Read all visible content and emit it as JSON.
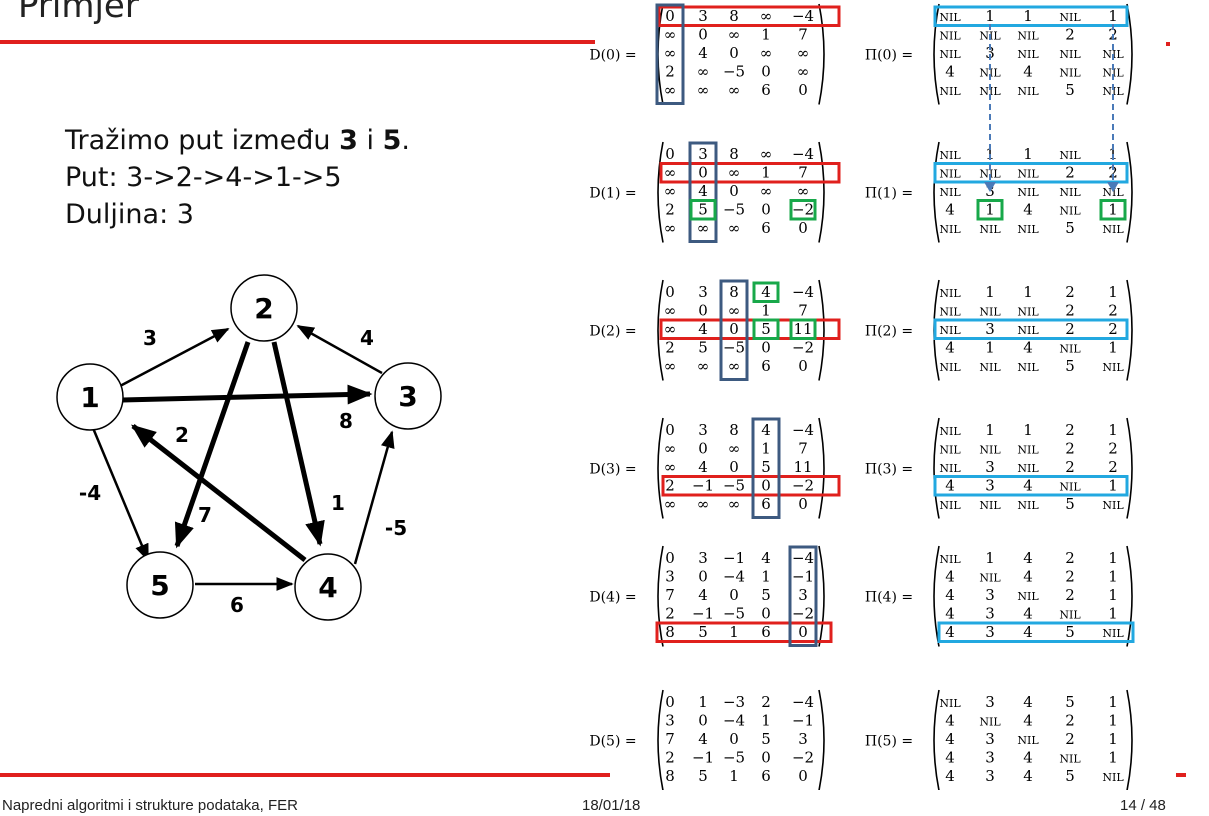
{
  "slide": {
    "title": "Primjer",
    "line1_pre": "Tražimo put između ",
    "line1_a": "3",
    "line1_mid": " i ",
    "line1_b": "5",
    "line1_end": ".",
    "line2": "Put: 3->2->4->1->5",
    "line3": "Duljina: 3"
  },
  "footer": {
    "course": "Napredni algoritmi i strukture podataka, FER",
    "date": "18/01/18",
    "page": "14 / 48"
  },
  "graph": {
    "nodes": [
      "1",
      "2",
      "3",
      "4",
      "5"
    ],
    "edge_weights": [
      "3",
      "4",
      "8",
      "2",
      "1",
      "-4",
      "7",
      "-5",
      "6"
    ]
  },
  "matrices": {
    "d_labels": [
      "D(0) =",
      "D(1) =",
      "D(2) =",
      "D(3) =",
      "D(4) =",
      "D(5) ="
    ],
    "p_labels": [
      "Π(0) =",
      "Π(1) =",
      "Π(2) =",
      "Π(3) =",
      "Π(4) =",
      "Π(5) ="
    ],
    "D": [
      [
        [
          "0",
          "3",
          "8",
          "∞",
          "−4"
        ],
        [
          "∞",
          "0",
          "∞",
          "1",
          "7"
        ],
        [
          "∞",
          "4",
          "0",
          "∞",
          "∞"
        ],
        [
          "2",
          "∞",
          "−5",
          "0",
          "∞"
        ],
        [
          "∞",
          "∞",
          "∞",
          "6",
          "0"
        ]
      ],
      [
        [
          "0",
          "3",
          "8",
          "∞",
          "−4"
        ],
        [
          "∞",
          "0",
          "∞",
          "1",
          "7"
        ],
        [
          "∞",
          "4",
          "0",
          "∞",
          "∞"
        ],
        [
          "2",
          "5",
          "−5",
          "0",
          "−2"
        ],
        [
          "∞",
          "∞",
          "∞",
          "6",
          "0"
        ]
      ],
      [
        [
          "0",
          "3",
          "8",
          "4",
          "−4"
        ],
        [
          "∞",
          "0",
          "∞",
          "1",
          "7"
        ],
        [
          "∞",
          "4",
          "0",
          "5",
          "11"
        ],
        [
          "2",
          "5",
          "−5",
          "0",
          "−2"
        ],
        [
          "∞",
          "∞",
          "∞",
          "6",
          "0"
        ]
      ],
      [
        [
          "0",
          "3",
          "8",
          "4",
          "−4"
        ],
        [
          "∞",
          "0",
          "∞",
          "1",
          "7"
        ],
        [
          "∞",
          "4",
          "0",
          "5",
          "11"
        ],
        [
          "2",
          "−1",
          "−5",
          "0",
          "−2"
        ],
        [
          "∞",
          "∞",
          "∞",
          "6",
          "0"
        ]
      ],
      [
        [
          "0",
          "3",
          "−1",
          "4",
          "−4"
        ],
        [
          "3",
          "0",
          "−4",
          "1",
          "−1"
        ],
        [
          "7",
          "4",
          "0",
          "5",
          "3"
        ],
        [
          "2",
          "−1",
          "−5",
          "0",
          "−2"
        ],
        [
          "8",
          "5",
          "1",
          "6",
          "0"
        ]
      ],
      [
        [
          "0",
          "1",
          "−3",
          "2",
          "−4"
        ],
        [
          "3",
          "0",
          "−4",
          "1",
          "−1"
        ],
        [
          "7",
          "4",
          "0",
          "5",
          "3"
        ],
        [
          "2",
          "−1",
          "−5",
          "0",
          "−2"
        ],
        [
          "8",
          "5",
          "1",
          "6",
          "0"
        ]
      ]
    ],
    "P": [
      [
        [
          "NIL",
          "1",
          "1",
          "NIL",
          "1"
        ],
        [
          "NIL",
          "NIL",
          "NIL",
          "2",
          "2"
        ],
        [
          "NIL",
          "3",
          "NIL",
          "NIL",
          "NIL"
        ],
        [
          "4",
          "NIL",
          "4",
          "NIL",
          "NIL"
        ],
        [
          "NIL",
          "NIL",
          "NIL",
          "5",
          "NIL"
        ]
      ],
      [
        [
          "NIL",
          "1",
          "1",
          "NIL",
          "1"
        ],
        [
          "NIL",
          "NIL",
          "NIL",
          "2",
          "2"
        ],
        [
          "NIL",
          "3",
          "NIL",
          "NIL",
          "NIL"
        ],
        [
          "4",
          "1",
          "4",
          "NIL",
          "1"
        ],
        [
          "NIL",
          "NIL",
          "NIL",
          "5",
          "NIL"
        ]
      ],
      [
        [
          "NIL",
          "1",
          "1",
          "2",
          "1"
        ],
        [
          "NIL",
          "NIL",
          "NIL",
          "2",
          "2"
        ],
        [
          "NIL",
          "3",
          "NIL",
          "2",
          "2"
        ],
        [
          "4",
          "1",
          "4",
          "NIL",
          "1"
        ],
        [
          "NIL",
          "NIL",
          "NIL",
          "5",
          "NIL"
        ]
      ],
      [
        [
          "NIL",
          "1",
          "1",
          "2",
          "1"
        ],
        [
          "NIL",
          "NIL",
          "NIL",
          "2",
          "2"
        ],
        [
          "NIL",
          "3",
          "NIL",
          "2",
          "2"
        ],
        [
          "4",
          "3",
          "4",
          "NIL",
          "1"
        ],
        [
          "NIL",
          "NIL",
          "NIL",
          "5",
          "NIL"
        ]
      ],
      [
        [
          "NIL",
          "1",
          "4",
          "2",
          "1"
        ],
        [
          "4",
          "NIL",
          "4",
          "2",
          "1"
        ],
        [
          "4",
          "3",
          "NIL",
          "2",
          "1"
        ],
        [
          "4",
          "3",
          "4",
          "NIL",
          "1"
        ],
        [
          "4",
          "3",
          "4",
          "5",
          "NIL"
        ]
      ],
      [
        [
          "NIL",
          "3",
          "4",
          "5",
          "1"
        ],
        [
          "4",
          "NIL",
          "4",
          "2",
          "1"
        ],
        [
          "4",
          "3",
          "NIL",
          "2",
          "1"
        ],
        [
          "4",
          "3",
          "4",
          "NIL",
          "1"
        ],
        [
          "4",
          "3",
          "4",
          "5",
          "NIL"
        ]
      ]
    ]
  },
  "colors": {
    "accent_red": "#e0201d",
    "row_highlight_red": "#e0201d",
    "column_highlight_navy": "#3d5a80",
    "changed_cell_green": "#18a84a",
    "pi_row_highlight_blue": "#22a8e0"
  }
}
